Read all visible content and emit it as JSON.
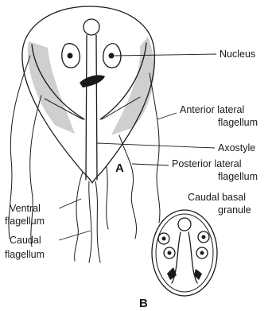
{
  "labels": {
    "nucleus": "Nucleus",
    "anterior_line1": "Anterior lateral",
    "anterior_line2": "flagellum",
    "axostyle": "Axostyle",
    "posterior_line1": "Posterior lateral",
    "posterior_line2": "flagellum",
    "caudal_basal_line1": "Caudal basal",
    "caudal_basal_line2": "granule",
    "ventral_line1": "Ventral",
    "ventral_line2": "flagellum",
    "caudal_line1": "Caudal",
    "caudal_line2": "flagellum"
  },
  "panels": {
    "a": "A",
    "b": "B"
  }
}
